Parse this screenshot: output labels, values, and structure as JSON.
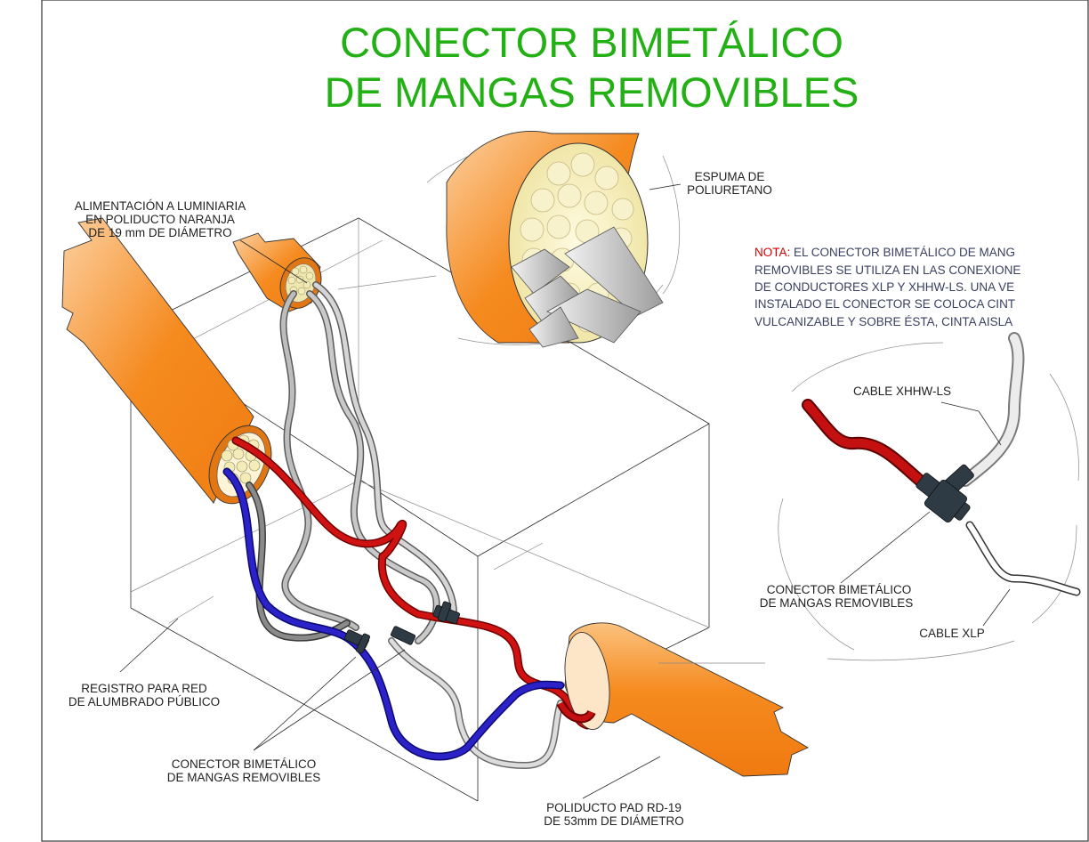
{
  "title": {
    "line1": "CONECTOR BIMETÁLICO",
    "line2": "DE MANGAS REMOVIBLES"
  },
  "labels": {
    "espuma_1": "ESPUMA DE",
    "espuma_2": "POLIURETANO",
    "alimentacion_1": "ALIMENTACIÓN A LUMINIARIA",
    "alimentacion_2": "EN POLIDUCTO NARANJA",
    "alimentacion_3": "DE 19 mm DE DIÁMETRO",
    "registro_1": "REGISTRO PARA RED",
    "registro_2": "DE ALUMBRADO PÚBLICO",
    "conector_1": "CONECTOR BIMETÁLICO",
    "conector_2": "DE MANGAS REMOVIBLES",
    "poliducto_1": "POLIDUCTO PAD RD-19",
    "poliducto_2": "DE 53mm DE DIÁMETRO",
    "cable_xhhw": "CABLE XHHW-LS",
    "detail_conector_1": "CONECTOR BIMETÁLICO",
    "detail_conector_2": "DE MANGAS REMOVIBLES",
    "cable_xlp": "CABLE XLP"
  },
  "note": {
    "key": "NOTA:",
    "line1": " EL CONECTOR BIMETÁLICO DE MANG",
    "line2": "REMOVIBLES SE UTILIZA EN LAS CONEXIONE",
    "line3": "DE CONDUCTORES XLP  Y XHHW-LS. UNA VE",
    "line4": "INSTALADO EL CONECTOR SE COLOCA CINT",
    "line5": "VULCANIZABLE Y SOBRE ÉSTA, CINTA AISLA"
  },
  "colors": {
    "title": "#22b014",
    "conduit_orange": "#f58a1f",
    "cable_red": "#c80000",
    "cable_blue": "#1a16a8",
    "cable_gray": "#9a9a9a",
    "foam": "#f6efc2",
    "connector": "#2e3a44",
    "note_key": "#d40000"
  }
}
